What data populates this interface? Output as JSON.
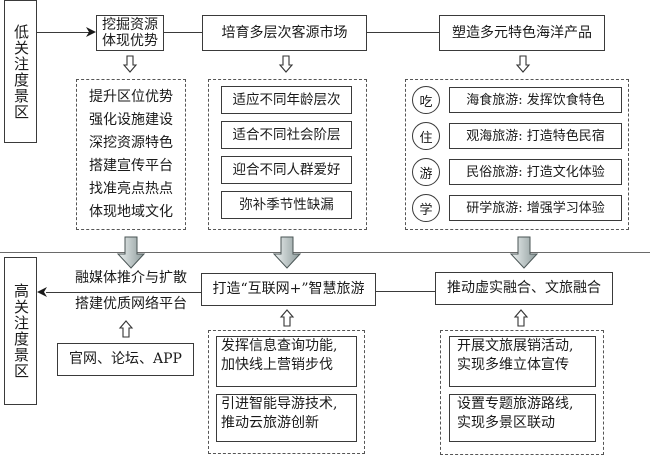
{
  "top_section": {
    "side_label": "低关注度景区",
    "stages": [
      {
        "title": "挖掘资源体现优势",
        "title_lines": [
          "挖掘资源",
          "体现优势"
        ],
        "items": [
          "提升区位优势",
          "强化设施建设",
          "深挖资源特色",
          "搭建宣传平台",
          "找准亮点热点",
          "体现地域文化"
        ]
      },
      {
        "title": "培育多层次客源市场",
        "items": [
          "适应不同年龄层次",
          "适合不同社会阶层",
          "迎合不同人群爱好",
          "弥补季节性缺漏"
        ]
      },
      {
        "title": "塑造多元特色海洋产品",
        "items": [
          {
            "badge": "吃",
            "text": "海食旅游: 发挥饮食特色"
          },
          {
            "badge": "住",
            "text": "观海旅游: 打造特色民宿"
          },
          {
            "badge": "游",
            "text": "民俗旅游: 打造文化体验"
          },
          {
            "badge": "学",
            "text": "研学旅游: 增强学习体验"
          }
        ]
      }
    ]
  },
  "bottom_section": {
    "side_label": "高关注度景区",
    "media": {
      "line1": "融媒体推介与扩散",
      "line2": "搭建优质网络平台",
      "source": "官网、论坛、APP"
    },
    "stages": [
      {
        "title": "打造“互联网+”智慧旅游",
        "items": [
          [
            "发挥信息查询功能,",
            "加快线上营销步伐"
          ],
          [
            "引进智能导游技术,",
            "推动云旅游创新"
          ]
        ]
      },
      {
        "title": "推动虚实融合、文旅融合",
        "items": [
          [
            "开展文旅展销活动,",
            "实现多维立体宣传"
          ],
          [
            "设置专题旅游路线,",
            "实现多景区联动"
          ]
        ]
      }
    ]
  },
  "colors": {
    "line": "#3a3a3a",
    "divider": "#6a6a6a",
    "arrow_gradient_light": "#eef2f2",
    "arrow_gradient_dark": "#8c9a9a"
  }
}
